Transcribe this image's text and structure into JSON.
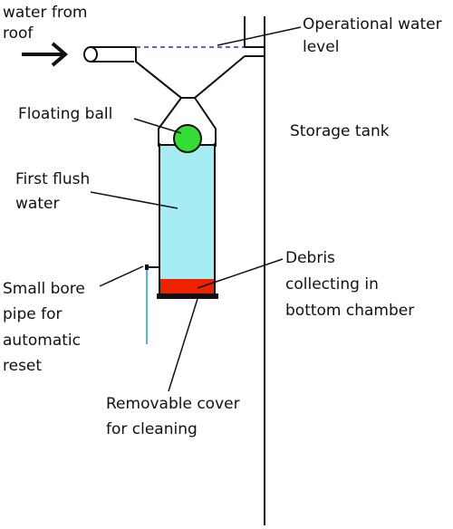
{
  "labels": {
    "inlet_line1": "water from",
    "inlet_line2": "roof",
    "level_line1": "Operational water",
    "level_line2": "level",
    "ball": "Floating ball",
    "tank": "Storage tank",
    "flush_line1": "First flush",
    "flush_line2": "water",
    "debris_line1": "Debris",
    "debris_line2": "collecting in",
    "debris_line3": "bottom chamber",
    "pipe_line1": "Small bore",
    "pipe_line2": "pipe for",
    "pipe_line3": "automatic",
    "pipe_line4": "reset",
    "cover_line1": "Removable cover",
    "cover_line2": "for cleaning"
  },
  "colors": {
    "water": "#a6ecf5",
    "ball": "#33dd33",
    "debris": "#ee2200",
    "outline": "#111111",
    "level_line": "#2233cc",
    "reset_pipe": "#44c0d8"
  },
  "icons": {
    "inlet_arrow": "right-arrow-icon"
  }
}
